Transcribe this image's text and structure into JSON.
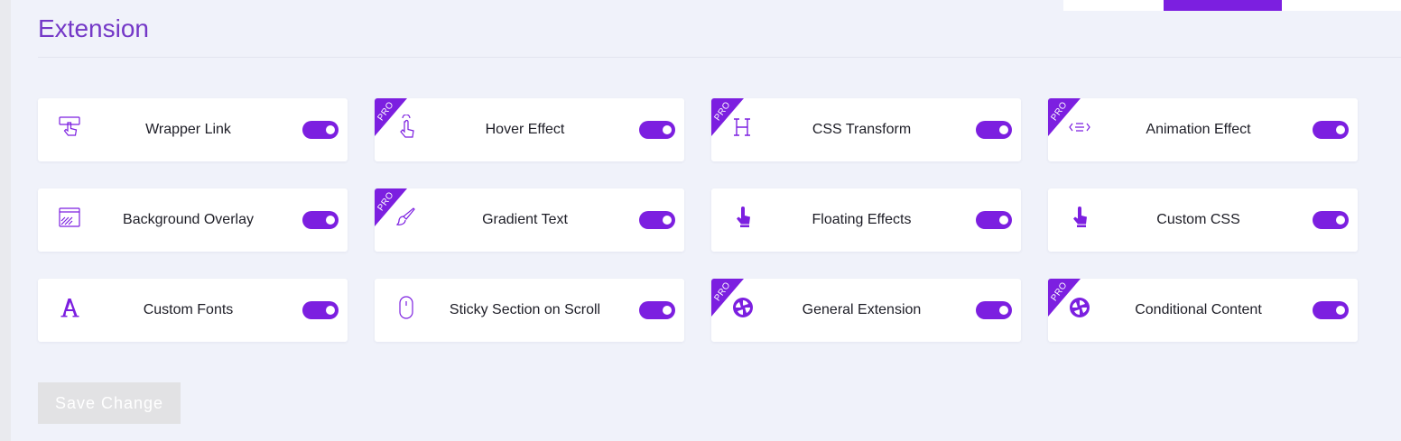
{
  "page": {
    "title": "Extension"
  },
  "colors": {
    "accent": "#7c1fe0",
    "title": "#7438c7",
    "background": "#f0f2fa"
  },
  "extensions": [
    {
      "label": "Wrapper Link",
      "icon": "pointer-hand-icon",
      "pro": false,
      "enabled": true
    },
    {
      "label": "Hover Effect",
      "icon": "touch-hand-icon",
      "pro": true,
      "enabled": true
    },
    {
      "label": "CSS Transform",
      "icon": "letter-h-icon",
      "pro": true,
      "enabled": true
    },
    {
      "label": "Animation Effect",
      "icon": "code-lines-icon",
      "pro": true,
      "enabled": true
    },
    {
      "label": "Background Overlay",
      "icon": "overlay-window-icon",
      "pro": false,
      "enabled": true
    },
    {
      "label": "Gradient Text",
      "icon": "brush-icon",
      "pro": true,
      "enabled": true
    },
    {
      "label": "Floating Effects",
      "icon": "tap-finger-icon",
      "pro": false,
      "enabled": true
    },
    {
      "label": "Custom CSS",
      "icon": "tap-finger-icon",
      "pro": false,
      "enabled": true
    },
    {
      "label": "Custom Fonts",
      "icon": "font-a-icon",
      "pro": false,
      "enabled": true
    },
    {
      "label": "Sticky Section on Scroll",
      "icon": "mouse-icon",
      "pro": false,
      "enabled": true
    },
    {
      "label": "General Extension",
      "icon": "aperture-icon",
      "pro": true,
      "enabled": true
    },
    {
      "label": "Conditional Content",
      "icon": "aperture-icon",
      "pro": true,
      "enabled": true
    }
  ],
  "badges": {
    "pro": "PRO"
  },
  "save_button": {
    "label": "Save Change"
  }
}
